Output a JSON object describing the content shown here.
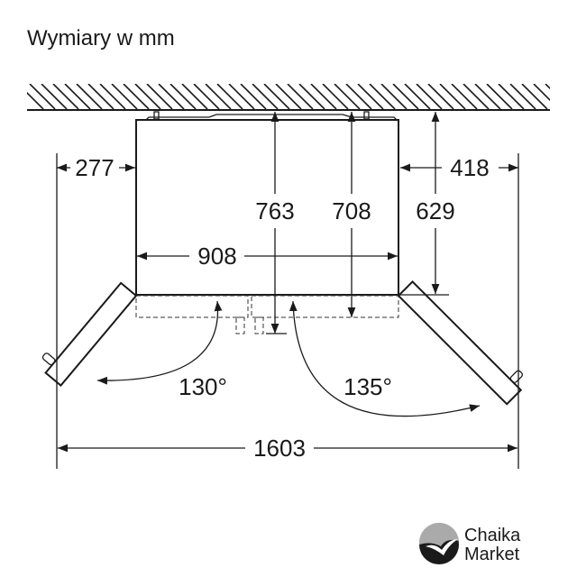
{
  "title": "Wymiary w mm",
  "dimensions": {
    "side_left": "277",
    "side_right": "418",
    "depth_with_handles": "763",
    "depth_with_doors": "708",
    "depth_body": "629",
    "width": "908",
    "total_width_open": "1603"
  },
  "angles": {
    "left_door": "130°",
    "right_door": "135°"
  },
  "logo": {
    "line1": "Chaika",
    "line2": "Market"
  }
}
